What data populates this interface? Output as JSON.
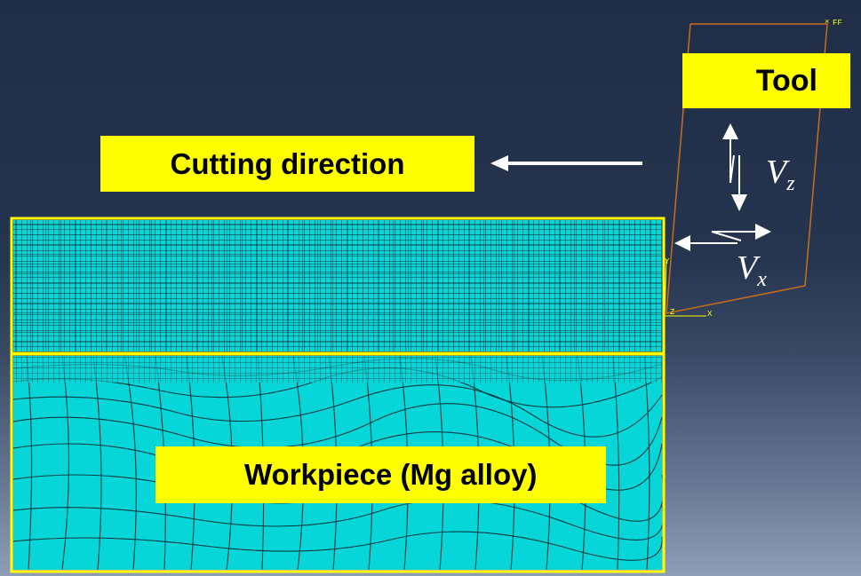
{
  "labels": {
    "tool": "Tool",
    "cutting_direction": "Cutting direction",
    "workpiece": "Workpiece (Mg alloy)"
  },
  "velocity": {
    "vz_symbol": "V",
    "vz_sub": "z",
    "vx_symbol": "V",
    "vx_sub": "x"
  },
  "triad": {
    "ff": "FF",
    "x": "X",
    "y": "Y",
    "z": "Z"
  },
  "colors": {
    "label_bg": "#ffff00",
    "mesh_fill": "#06d6d8",
    "mesh_lines": "#0a3a40",
    "tool_outline": "#c86e1c",
    "arrow": "#ffffff",
    "background_top": "#1f2d47",
    "background_bottom": "#8f9db7"
  }
}
